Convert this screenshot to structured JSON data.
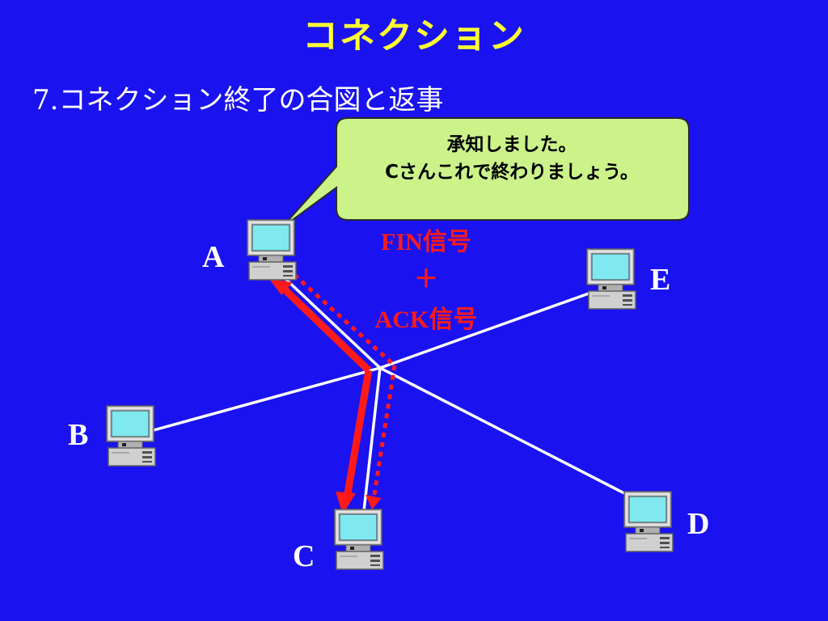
{
  "title": "コネクション",
  "subtitle": {
    "number": "7.",
    "text": "コネクション終了の合図と返事"
  },
  "bubble": {
    "line1": "承知しました。",
    "line2": "Cさんこれで終わりましょう。"
  },
  "signals": {
    "fin": "FIN信号",
    "plus": "＋",
    "ack": "ACK信号"
  },
  "nodes": {
    "a": "A",
    "b": "B",
    "c": "C",
    "d": "D",
    "e": "E"
  },
  "colors": {
    "background": "#1a12ef",
    "title": "#ffff33",
    "signal": "#ff1a1a",
    "bubble": "#ccf28a",
    "link": "#ffffff",
    "screen": "#7fe9ef"
  }
}
